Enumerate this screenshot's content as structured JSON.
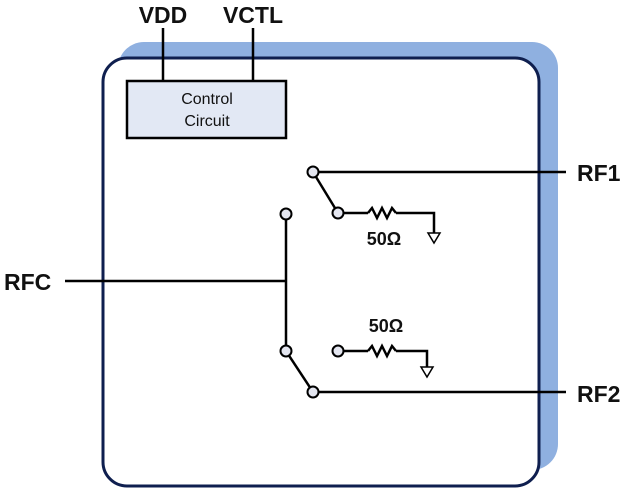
{
  "diagram": {
    "type": "SPDT RF switch block diagram",
    "pins": {
      "vdd": "VDD",
      "vctl": "VCTL",
      "rfc": "RFC",
      "rf1": "RF1",
      "rf2": "RF2"
    },
    "control_block": {
      "line1": "Control",
      "line2": "Circuit"
    },
    "terminations": [
      {
        "port": "RF1",
        "label": "50Ω"
      },
      {
        "port": "RF2",
        "label": "50Ω"
      }
    ],
    "colors": {
      "package_shadow": "#8fb0e0",
      "package_outline": "#0f1f4f",
      "control_fill": "#e2e8f4",
      "node_fill": "#e4e6f0"
    }
  }
}
